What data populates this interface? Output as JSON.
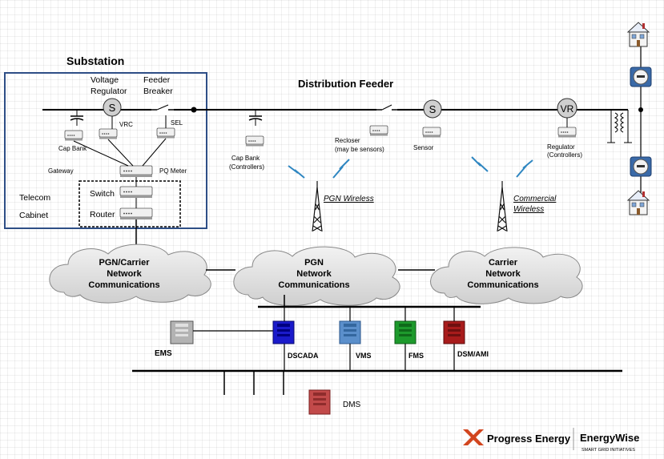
{
  "substation": {
    "title": "Substation",
    "voltage_regulator": [
      "Voltage",
      "Regulator"
    ],
    "feeder_breaker": [
      "Feeder",
      "Breaker"
    ],
    "vrc": "VRC",
    "sel": "SEL",
    "cap_bank": "Cap Bank",
    "gateway": "Gateway",
    "pq_meter": "PQ Meter",
    "telecom_cabinet": [
      "Telecom",
      "Cabinet"
    ],
    "switch": "Switch",
    "router": "Router",
    "s_symbol": "S"
  },
  "feeder": {
    "title": "Distribution Feeder",
    "cap_bank": [
      "Cap Bank",
      "(Controllers)"
    ],
    "recloser": [
      "Recloser",
      "(may be sensors)"
    ],
    "sensor": "Sensor",
    "s_symbol": "S",
    "vr_symbol": "VR",
    "regulator": [
      "Regulator",
      "(Controllers)"
    ]
  },
  "wireless": {
    "pgn": "PGN Wireless",
    "commercial": [
      "Commercial",
      "Wireless"
    ]
  },
  "clouds": {
    "pgn_carrier": [
      "PGN/Carrier",
      "Network",
      "Communications"
    ],
    "pgn": [
      "PGN",
      "Network",
      "Communications"
    ],
    "carrier": [
      "Carrier",
      "Network",
      "Communications"
    ]
  },
  "systems": {
    "ems": "EMS",
    "dscada": "DSCADA",
    "vms": "VMS",
    "fms": "FMS",
    "dsm_ami": "DSM/AMI",
    "dms": "DMS"
  },
  "logos": {
    "progress_energy": "Progress Energy",
    "energywise": "EnergyWise",
    "energywise_tagline": "SMART GRID INITIATIVES"
  },
  "colors": {
    "substation_border": "#2e4e86",
    "cloud_fill": "#e3e3e3",
    "ems_server": "#b3b3b3",
    "dscada_server": "#1a1acb",
    "vms_server": "#5b8fcb",
    "fms_server": "#1d9a2c",
    "dsm_ami_server": "#a81b1b",
    "dms_server": "#c24a4a",
    "lightning": "#2e86c1",
    "progress_energy_red": "#d2451e",
    "energywise_green": "#5a9a3c"
  }
}
